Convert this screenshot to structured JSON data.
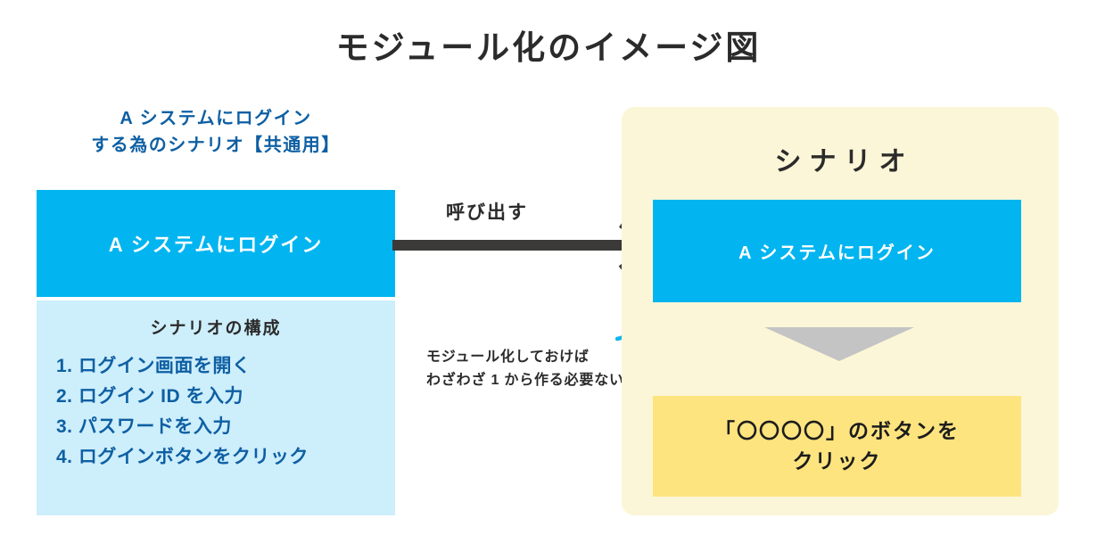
{
  "title": "モジュール化のイメージ図",
  "colors": {
    "module_blue": "#02b5f0",
    "steps_light_blue": "#cdeefb",
    "panel_yellow": "#fcf6d8",
    "step_yellow": "#fde47f",
    "arrow_dark": "#3b3a39",
    "annotation_cyan": "#13b5ea",
    "flow_arrow_gray": "#c4c4c4",
    "heading_blue": "#0e5fa3",
    "text_dark": "#2b2b2b"
  },
  "left": {
    "heading_line1": "A システムにログイン",
    "heading_line2": "する為のシナリオ【共通用】",
    "module_box_label": "A システムにログイン",
    "steps_title": "シナリオの構成",
    "steps": [
      "1. ログイン画面を開く",
      "2. ログイン ID を入力",
      "3. パスワードを入力",
      "4. ログインボタンをクリック"
    ]
  },
  "call_arrow": {
    "label": "呼び出す"
  },
  "annotation": {
    "line1": "モジュール化しておけば",
    "line2": "わざわざ 1 から作る必要ない"
  },
  "right": {
    "panel_title": "シナリオ",
    "module_box_label": "A システムにログイン",
    "click_step_line1": "「〇〇〇〇」のボタンを",
    "click_step_line2": "クリック"
  }
}
